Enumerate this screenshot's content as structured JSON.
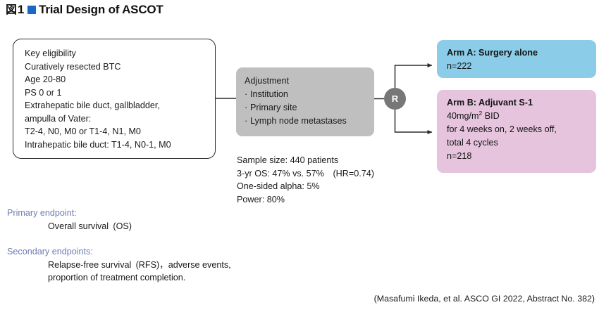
{
  "title": {
    "figure_mark": "図",
    "figure_number": "1",
    "bullet_color": "#1769c4",
    "text": "Trial Design of ASCOT"
  },
  "eligibility": {
    "heading": "Key eligibility",
    "lines": [
      "Key eligibility",
      "Curatively resected BTC",
      "Age 20-80",
      "PS 0 or 1",
      "Extrahepatic bile duct, gallbladder,",
      "ampulla of Vater:",
      "T2-4, N0, M0 or T1-4, N1, M0",
      "Intrahepatic bile duct: T1-4, N0-1, M0"
    ]
  },
  "adjustment": {
    "heading": "Adjustment",
    "items": [
      "Institution",
      "Primary site",
      "Lymph node metastases"
    ],
    "bullet_char": "·",
    "fill_color": "#bfbfbf"
  },
  "randomization": {
    "label": "R",
    "fill_color": "#777777"
  },
  "arm_a": {
    "fill_color": "#8bcde8",
    "lines": [
      "Arm A: Surgery alone",
      "n=222"
    ]
  },
  "arm_b": {
    "fill_color": "#e6c4dd",
    "line1": "Arm B: Adjuvant S-1",
    "line2_prefix": "40mg/m",
    "line2_sup": "2",
    "line2_suffix": " BID",
    "line3": "for 4 weeks on, 2 weeks off,",
    "line4": "total 4 cycles",
    "line5": "n=218"
  },
  "stats": {
    "lines": [
      "Sample size: 440 patients",
      "3-yr OS: 47% vs. 57% (HR=0.74)",
      "One-sided alpha: 5%",
      "Power: 80%"
    ]
  },
  "endpoints": {
    "heading_color": "#6f7bb5",
    "primary": {
      "heading": "Primary endpoint:",
      "body": [
        "Overall survival (OS)"
      ]
    },
    "secondary": {
      "heading": "Secondary endpoints:",
      "body": [
        "Relapse-free survival (RFS)，adverse events,",
        "proportion of treatment completion."
      ]
    }
  },
  "citation": {
    "text": "(Masafumi Ikeda, et al. ASCO GI 2022, Abstract No. 382)"
  }
}
